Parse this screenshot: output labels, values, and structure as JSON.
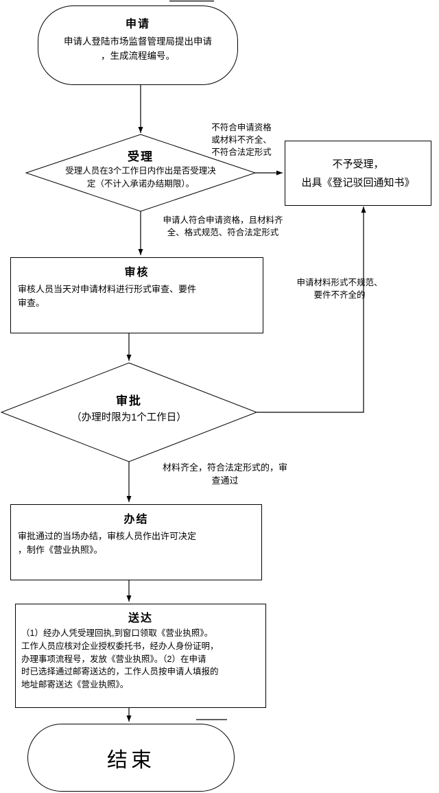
{
  "colors": {
    "line": "#000000",
    "background": "#ffffff",
    "text": "#000000"
  },
  "nodes": {
    "start": {
      "title": "申请",
      "text": "申请人登陆市场监督管理局提出申请\n，生成流程编号。"
    },
    "accept": {
      "title": "受理",
      "text": "受理人员在3个工作日内作出是否受理决\n定（不计入承诺办结期限）。"
    },
    "reject": {
      "text": "不予受理，\n出具《登记驳回通知书》"
    },
    "review": {
      "title": "审核",
      "text": "审核人员当天对申请材料进行形式审查、要件\n审查。"
    },
    "approve": {
      "title": "审批",
      "subtitle": "（办理时限为1个工作日）"
    },
    "complete": {
      "title": "办结",
      "text": "审批通过的当场办结，审核人员作出许可决定\n，制作《营业执照》。"
    },
    "deliver": {
      "title": "送达",
      "text": "（1）经办人凭受理回执,到窗口领取《营业执照》。\n工作人员应核对企业授权委托书，经办人身份证明，\n办理事项流程号，发放《营业执照》。（2）在申请\n时已选择通过邮寄送达的，工作人员按申请人填报的\n地址邮寄送达《营业执照》。"
    },
    "end": {
      "title": "结束"
    }
  },
  "labels": {
    "reject_condition": "不符合申请资格\n或材料不齐全、\n不符合法定形式",
    "accept_condition": "申请人符合申请资格，且材料齐\n全、格式规范、符合法定形式",
    "approve_reject_condition": "申请材料形式不规范、\n要件不齐全的",
    "approve_pass_condition": "材料齐全，符合法定形式的，审\n查通过"
  }
}
